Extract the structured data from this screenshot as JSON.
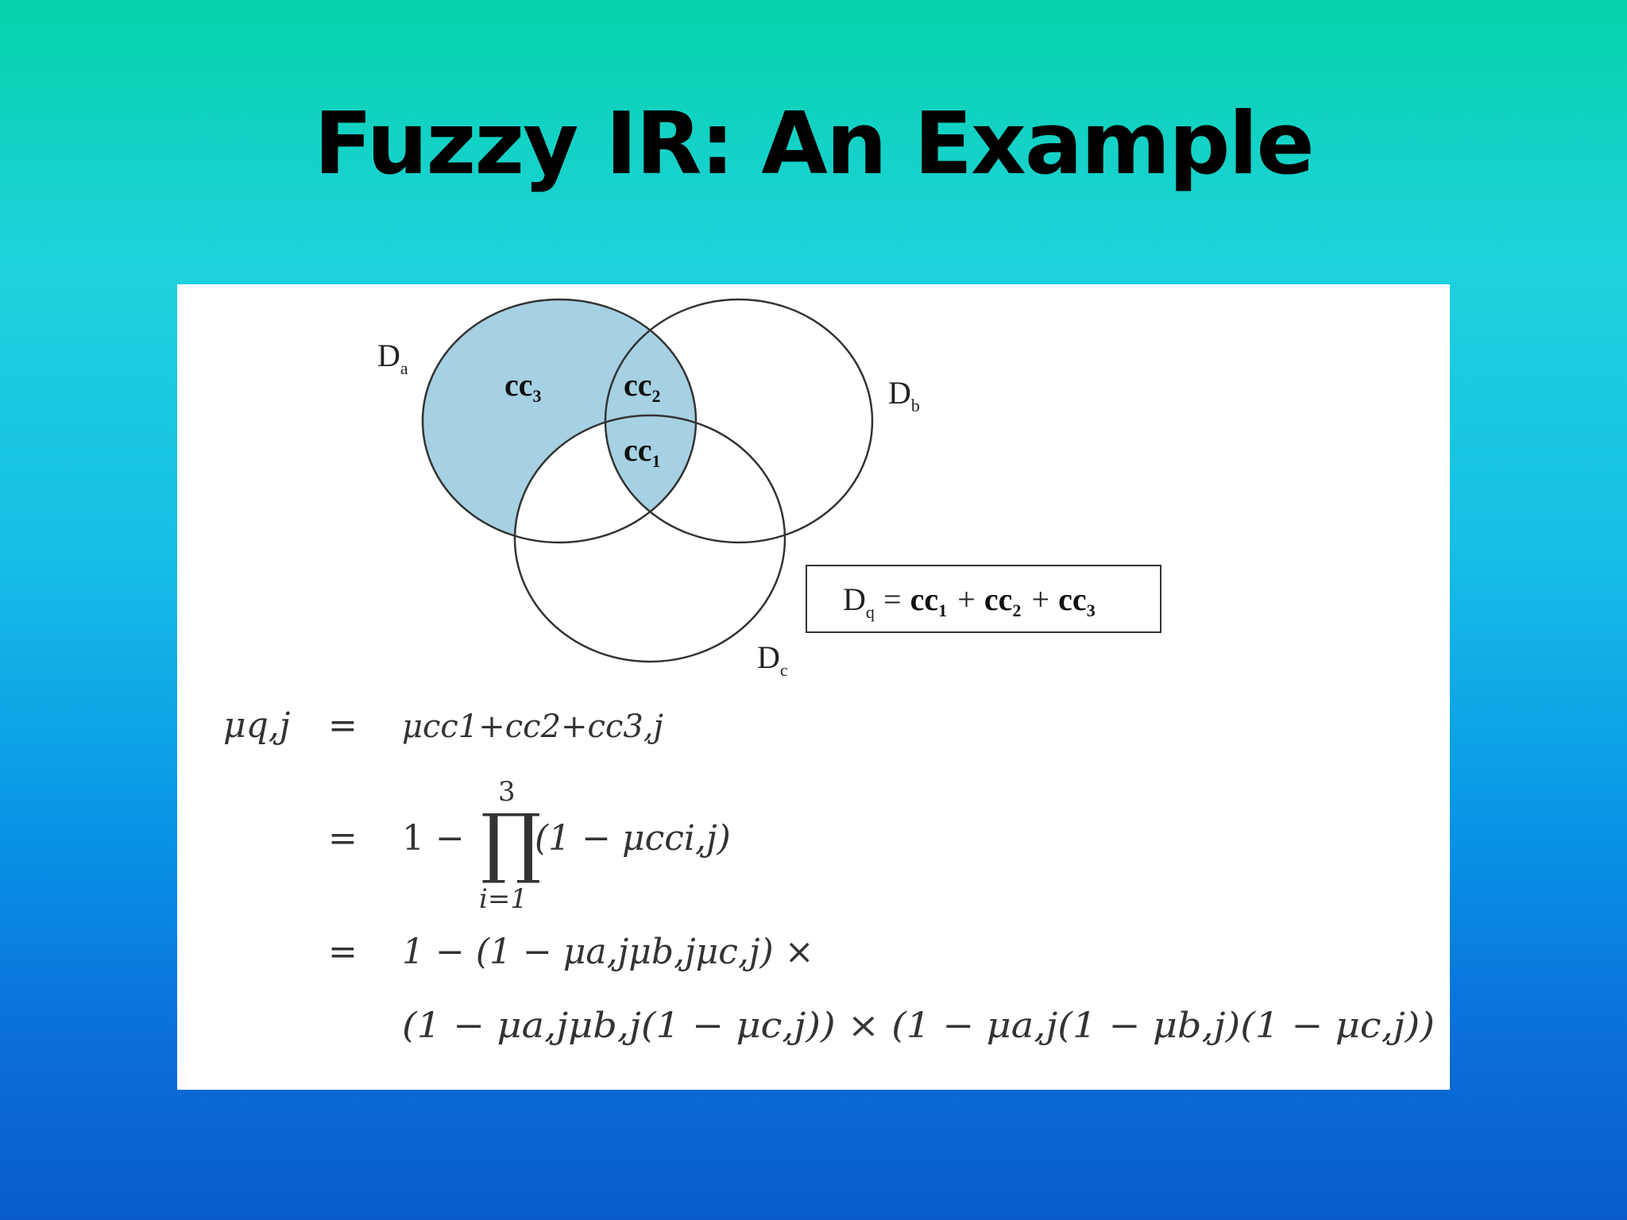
{
  "title": "Fuzzy IR: An Example",
  "diagram": {
    "sets": [
      {
        "name": "D",
        "sub": "a",
        "shaded": true
      },
      {
        "name": "D",
        "sub": "b",
        "shaded": false
      },
      {
        "name": "D",
        "sub": "c",
        "shaded": false
      }
    ],
    "regions": [
      {
        "name": "cc",
        "sub": "3"
      },
      {
        "name": "cc",
        "sub": "2"
      },
      {
        "name": "cc",
        "sub": "1"
      }
    ],
    "query_box": {
      "lhs": "D",
      "lhs_sub": "q",
      "terms": [
        {
          "name": "cc",
          "sub": "1"
        },
        {
          "name": "cc",
          "sub": "2"
        },
        {
          "name": "cc",
          "sub": "3"
        }
      ],
      "eq": "=",
      "plus": "+"
    },
    "colors": {
      "shade": "#a6d1e3",
      "stroke": "#333333"
    }
  },
  "equations": {
    "line1_lhs": "μq,j",
    "eq": "=",
    "line1_rhs": "μcc1+cc2+cc3,j",
    "line2": {
      "prefix": "1 −",
      "prod_upper": "3",
      "prod_lower": "i=1",
      "term": "(1 − μcci,j)"
    },
    "line3": "1 − (1 − μa,jμb,jμc,j) ×",
    "line4": "(1 − μa,jμb,j(1 − μc,j)) × (1 − μa,j(1 − μb,j)(1 − μc,j))"
  }
}
